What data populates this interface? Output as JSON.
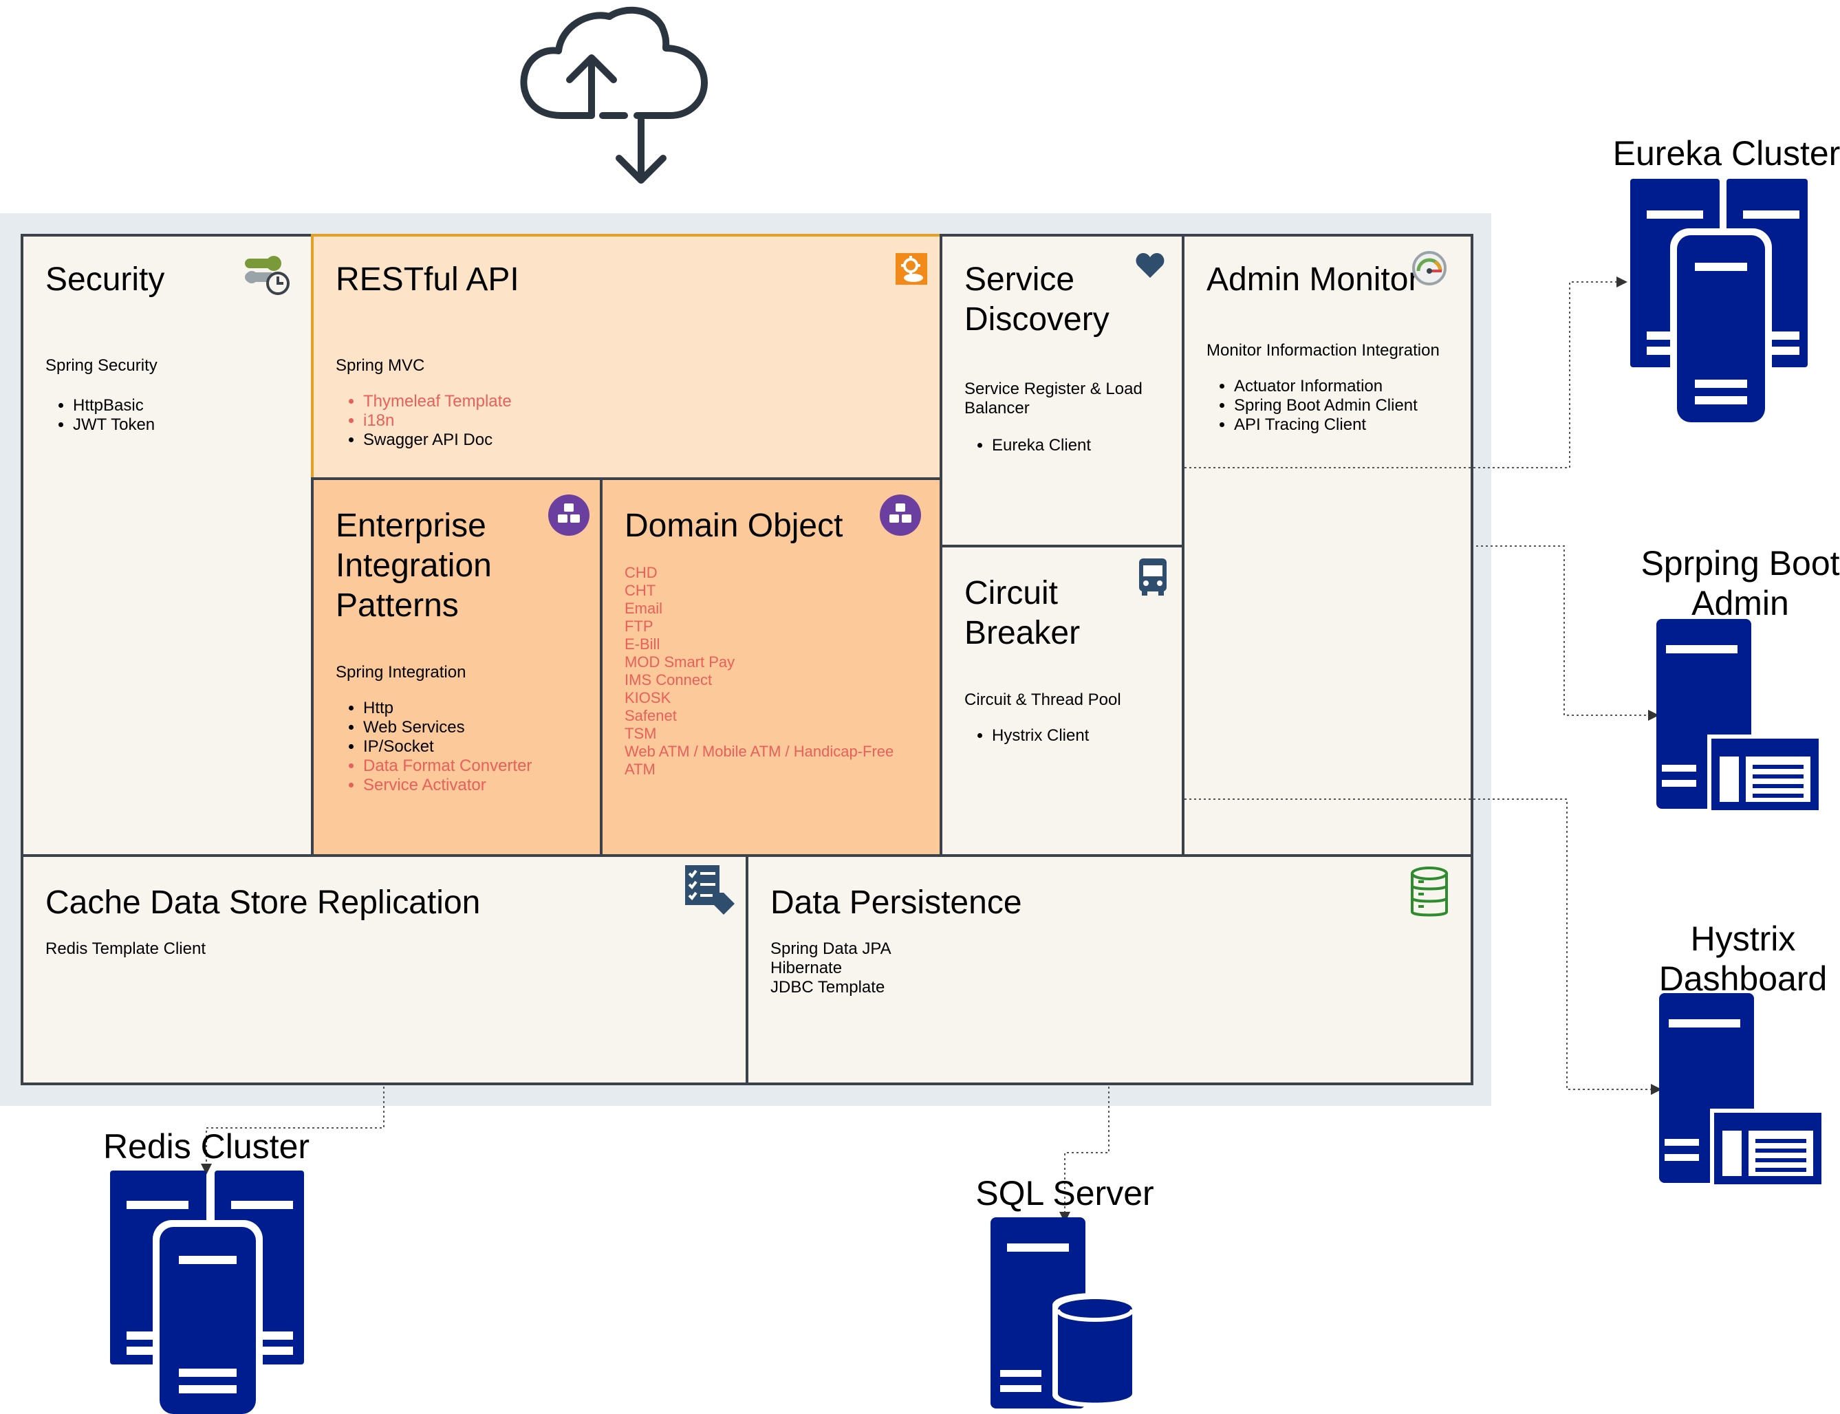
{
  "boxes": {
    "security": {
      "title": "Security",
      "subtitle": "Spring Security",
      "items": [
        "HttpBasic",
        "JWT Token"
      ]
    },
    "restful": {
      "title": "RESTful API",
      "subtitle": "Spring MVC",
      "items_red": [
        "Thymeleaf Template",
        "i18n"
      ],
      "items": [
        "Swagger API Doc"
      ]
    },
    "service_discovery": {
      "title": "Service\nDiscovery",
      "subtitle": "Service Register & Load\nBalancer",
      "items": [
        "Eureka Client"
      ]
    },
    "admin_monitor": {
      "title": "Admin Monitor",
      "subtitle": "Monitor Informaction Integration",
      "items": [
        "Actuator Information",
        "Spring Boot Admin Client",
        "API Tracing Client"
      ]
    },
    "eip": {
      "title": "Enterprise\nIntegration\nPatterns",
      "subtitle": "Spring Integration",
      "items": [
        "Http",
        "Web Services",
        "IP/Socket"
      ],
      "items_red": [
        "Data Format Converter",
        "Service Activator"
      ]
    },
    "domain_object": {
      "title": "Domain Object",
      "items_red": [
        "CHD",
        "CHT",
        "Email",
        "FTP",
        "E-Bill",
        "MOD Smart Pay",
        "IMS Connect",
        "KIOSK",
        "Safenet",
        "TSM",
        "Web ATM / Mobile ATM / Handicap-Free",
        "ATM"
      ]
    },
    "circuit_breaker": {
      "title": "Circuit\nBreaker",
      "subtitle": "Circuit & Thread Pool",
      "items": [
        "Hystrix Client"
      ]
    },
    "cache": {
      "title": "Cache Data Store Replication",
      "subtitle": "Redis Template Client"
    },
    "persistence": {
      "title": "Data Persistence",
      "subtitle": "Spring Data JPA\nHibernate\nJDBC Template"
    }
  },
  "externals": {
    "eureka": "Eureka Cluster",
    "spring_boot_admin": "Sprping Boot\nAdmin",
    "hystrix": "Hystrix\nDashboard",
    "redis": "Redis Cluster",
    "sql": "SQL Server"
  },
  "colors": {
    "border": "#3b4249",
    "panel": "#f8f5ee",
    "restful_fill": "#fde4c8",
    "restful_border": "#e0a02a",
    "orange_fill": "#fcc99a",
    "red_text": "#e8605a",
    "server_blue": "#001d8f",
    "frame": "#e6ebef"
  },
  "icons": {
    "cloud": "cloud-upload-download-icon",
    "security": "keys-clock-icon",
    "restful": "gear-cloud-icon",
    "service_discovery": "heart-icon",
    "admin_monitor": "gauge-icon",
    "eip": "hexagon-boxes-icon",
    "domain_object": "hexagon-boxes-icon",
    "circuit_breaker": "bus-icon",
    "cache": "checklist-tag-icon",
    "persistence": "database-icon"
  }
}
